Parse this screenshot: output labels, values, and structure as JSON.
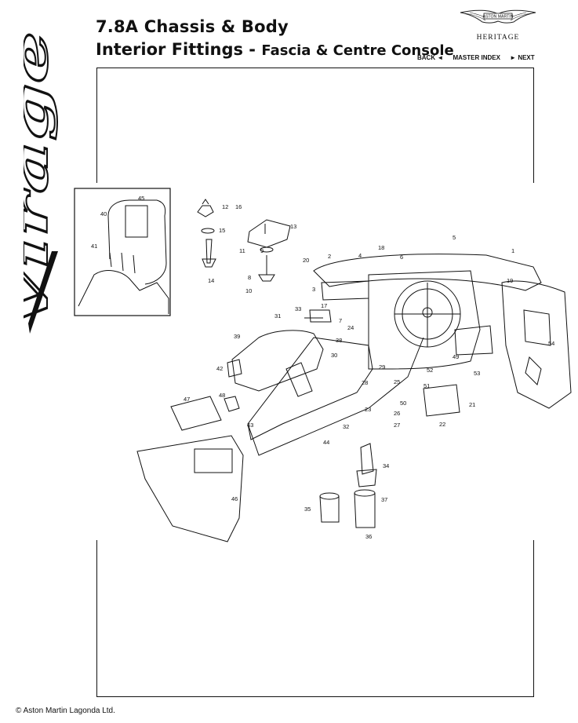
{
  "header": {
    "title_line1": "7.8A Chassis & Body",
    "title_line2_main": "Interior Fittings - ",
    "title_line2_sub": "Fascia & Centre Console"
  },
  "brand": {
    "logo_text": "ASTON MARTIN",
    "heritage": "HERITAGE",
    "side_logo_text": "Virage"
  },
  "nav": {
    "back": "BACK ◄",
    "master_index": "MASTER INDEX",
    "next": "► NEXT"
  },
  "diagram": {
    "callouts": [
      "1",
      "2",
      "3",
      "4",
      "5",
      "6",
      "7",
      "8",
      "9",
      "10",
      "11",
      "12",
      "13",
      "14",
      "15",
      "16",
      "17",
      "18",
      "19",
      "20",
      "21",
      "22",
      "23",
      "24",
      "25",
      "26",
      "27",
      "28",
      "29",
      "30",
      "31",
      "32",
      "33",
      "34",
      "35",
      "36",
      "37",
      "38",
      "39",
      "40",
      "41",
      "42",
      "43",
      "44",
      "45",
      "46",
      "47",
      "48",
      "49",
      "50",
      "51",
      "52",
      "53",
      "54"
    ]
  },
  "footer": {
    "copyright": "© Aston Martin Lagonda Ltd."
  },
  "colors": {
    "ink": "#111111",
    "paper": "#ffffff"
  }
}
